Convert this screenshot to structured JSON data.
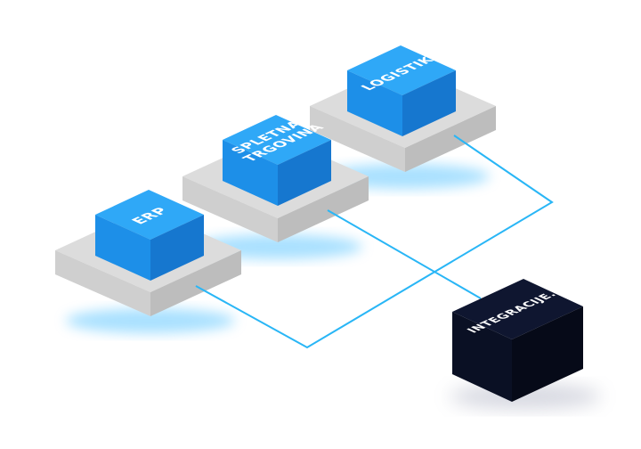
{
  "colors": {
    "blue_top": "#2fa8f7",
    "blue_left": "#1d8fe8",
    "blue_right": "#1677cf",
    "plate_top": "#dcdcdc",
    "plate_left": "#cfcfcf",
    "plate_right": "#bdbdbd",
    "dark_top": "#0f1630",
    "dark_left": "#0a1024",
    "dark_right": "#060a18",
    "connector": "#29b6f6",
    "glow": "#64c8ff"
  },
  "nodes": {
    "erp": {
      "lines": [
        "ERP"
      ]
    },
    "spletna": {
      "lines": [
        "SPLETNA",
        "TRGOVINA"
      ]
    },
    "logistika": {
      "lines": [
        "LOGISTIKA"
      ]
    },
    "integracije": {
      "lines": [
        "INTEGRACIJE.SI"
      ]
    }
  }
}
